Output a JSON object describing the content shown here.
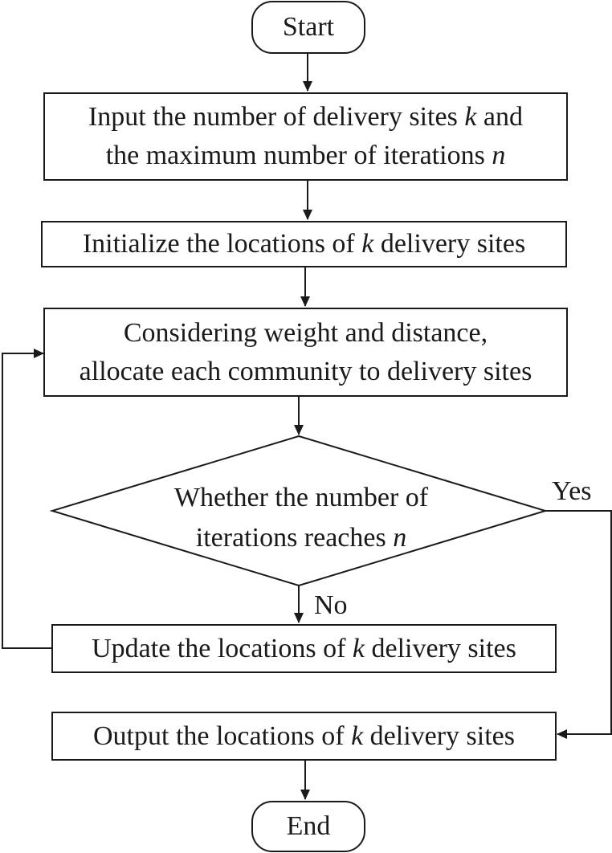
{
  "flowchart": {
    "start": {
      "label": "Start"
    },
    "input": {
      "line1_text": "Input the number of delivery sites ",
      "line1_var": "k",
      "line1_tail": " and",
      "line2_text": "the maximum number of iterations ",
      "line2_var": "n"
    },
    "initialize": {
      "text": "Initialize the locations of ",
      "var": "k",
      "tail": " delivery sites"
    },
    "allocate": {
      "line1": "Considering weight and distance,",
      "line2": "allocate each community to delivery sites"
    },
    "decision": {
      "line1": "Whether the number of",
      "line2_text": "iterations reaches ",
      "line2_var": "n"
    },
    "update": {
      "text": "Update the locations of ",
      "var": "k",
      "tail": " delivery sites"
    },
    "output": {
      "text": "Output the locations of ",
      "var": "k",
      "tail": " delivery sites"
    },
    "end": {
      "label": "End"
    },
    "edges": {
      "yes_label": "Yes",
      "no_label": "No"
    }
  }
}
